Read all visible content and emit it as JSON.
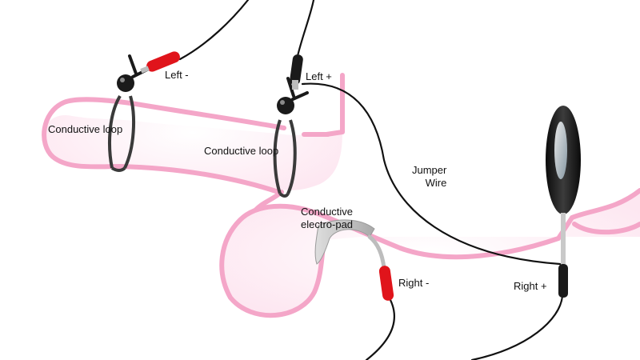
{
  "labels": {
    "left_minus": "Left -",
    "left_plus": "Left +",
    "loop_1": "Conductive loop",
    "loop_2": "Conductive loop",
    "jumper_line1": "Jumper",
    "jumper_line2": "Wire",
    "pad_line1": "Conductive",
    "pad_line2": "electro-pad",
    "right_minus": "Right -",
    "right_plus": "Right +"
  },
  "colors": {
    "body_outline": "#f4a6c8",
    "body_fill": "#fde7f1",
    "wire": "#111111",
    "red_connector": "#e0141b",
    "black_connector": "#1a1a1a",
    "loop_band": "#3a3a3a",
    "electro_pad": "#c8c8c8",
    "plug_body": "#1f1f1f"
  }
}
